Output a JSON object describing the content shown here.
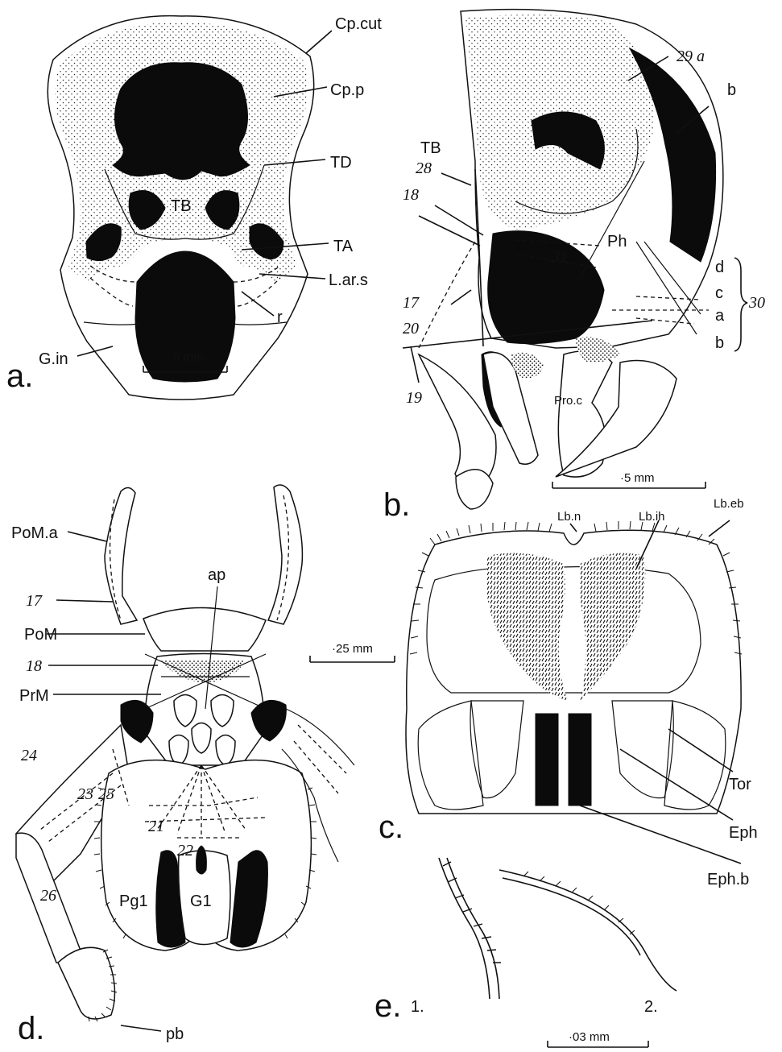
{
  "panels": {
    "a": {
      "letter": "a.",
      "labels": {
        "cp_cut": "Cp.cut",
        "cp_p": "Cp.p",
        "td": "TD",
        "tb": "TB",
        "ta": "TA",
        "l_ar_s": "L.ar.s",
        "r": "r",
        "g_in": "G.in"
      },
      "scale": "·5 mm"
    },
    "b": {
      "letter": "b.",
      "labels": {
        "n29a": "29 a",
        "b_top": "b",
        "tb": "TB",
        "n28": "28",
        "n18": "18",
        "n31": "31",
        "ph": "Ph",
        "d": "d",
        "c": "c",
        "a": "a",
        "b_low": "b",
        "n30": "30",
        "n17": "17",
        "n20": "20",
        "n19": "19",
        "pro_c": "Pro.c"
      },
      "scale": "·5 mm"
    },
    "c": {
      "letter": "c.",
      "labels": {
        "lb_n": "Lb.n",
        "lb_ih": "Lb.ih",
        "lb_eb": "Lb.eb",
        "tor": "Tor",
        "eph": "Eph",
        "eph_b": "Eph.b"
      }
    },
    "d": {
      "letter": "d.",
      "labels": {
        "pom_a": "PoM.a",
        "n17": "17",
        "pom": "PoM",
        "n18": "18",
        "prm": "PrM",
        "ap": "ap",
        "n24": "24",
        "n23": "23",
        "n25": "25",
        "n21": "21",
        "n22": "22",
        "n26": "26",
        "pg1": "Pg1",
        "g1": "G1",
        "pb": "pb"
      },
      "scale": "·25 mm"
    },
    "e": {
      "letter": "e.",
      "sub1": "1.",
      "sub2": "2.",
      "scale": "·03 mm"
    }
  }
}
